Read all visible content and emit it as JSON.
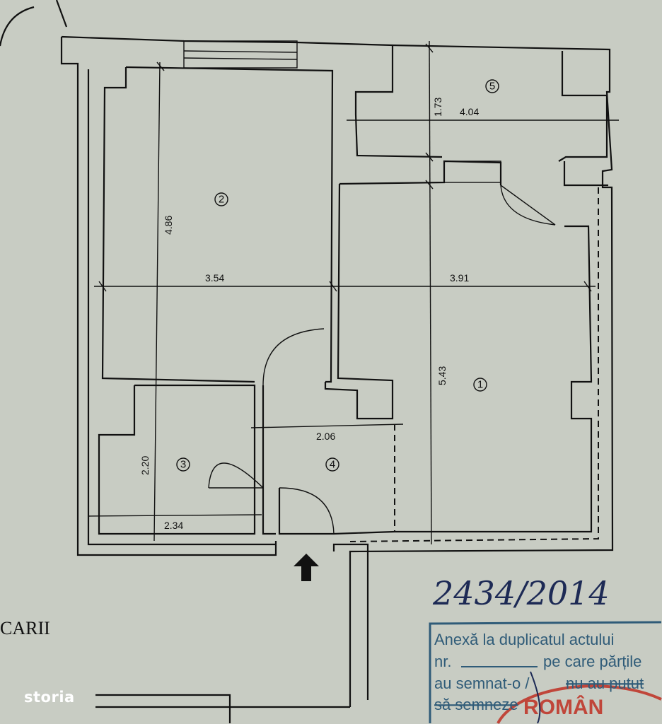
{
  "rooms": [
    {
      "number": "1"
    },
    {
      "number": "2"
    },
    {
      "number": "3"
    },
    {
      "number": "4"
    },
    {
      "number": "5"
    }
  ],
  "dimensions": {
    "room2_length": "4.86",
    "room2_width": "3.54",
    "room1_width": "3.91",
    "room1_length": "5.43",
    "room5_depth": "1.73",
    "room5_width": "4.04",
    "room4_width": "2.06",
    "room3_length": "2.20",
    "room3_width": "2.34"
  },
  "stair_label": "CARII",
  "handwritten_number": "2434/2014",
  "stamp": {
    "line1": "Anexă la duplicatul actului",
    "line2_prefix": "nr.",
    "line2_suffix": "pe care părțile",
    "line3": "au semnat-o / ",
    "line3_struck": "nu au putut",
    "line4_struck": "să semneze",
    "seal_text": "ROMÂN"
  },
  "watermark": "storia",
  "colors": {
    "paper": "#c8ccc3",
    "ink": "#111111",
    "stamp": "#2f5b78",
    "seal": "#c0463a",
    "pen": "#1d2a55"
  }
}
